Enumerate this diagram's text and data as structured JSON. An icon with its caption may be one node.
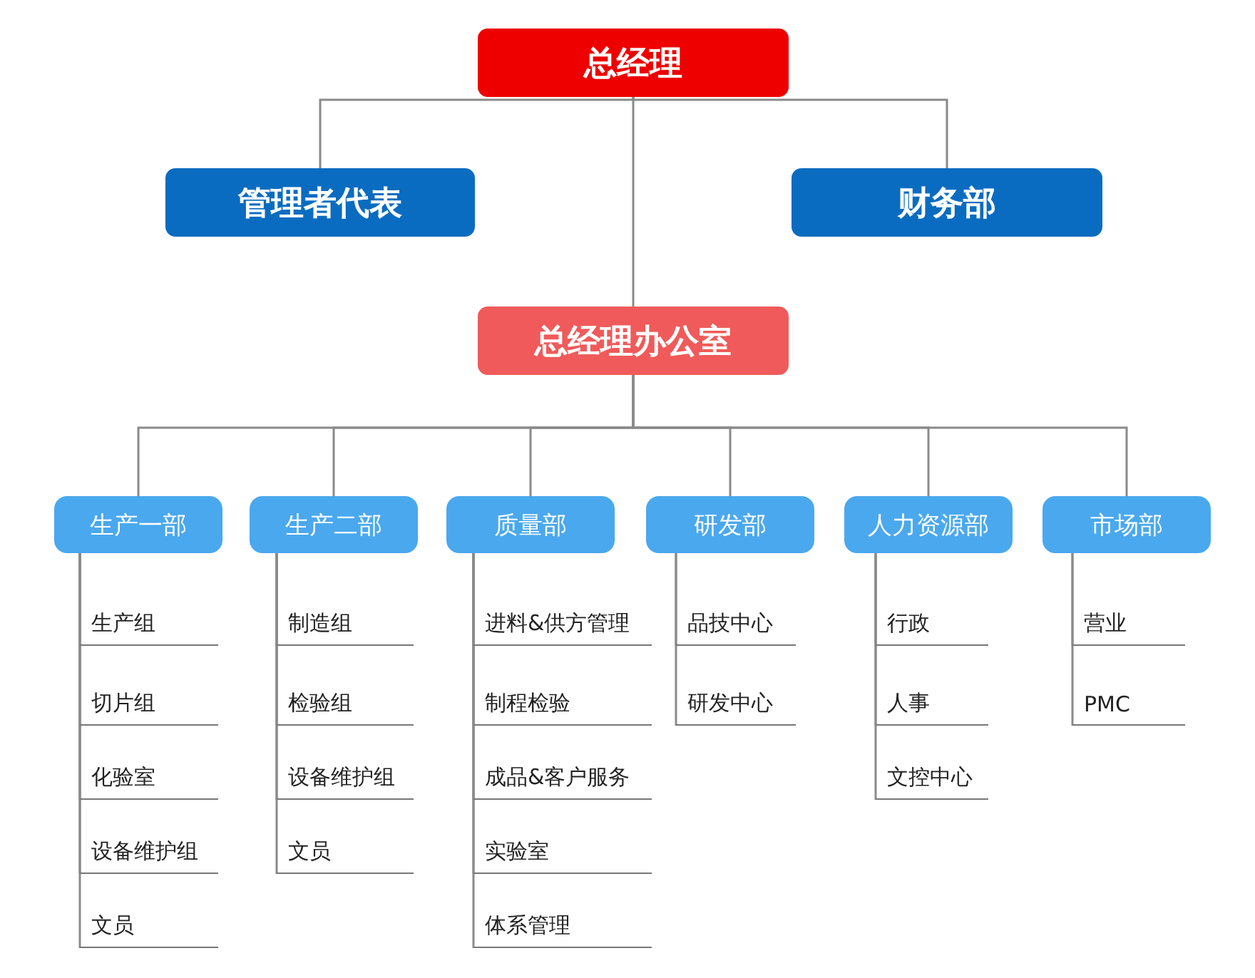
{
  "diagram": {
    "nodes": [
      {
        "text": [
          "总经理"
        ]
      },
      {
        "text": [
          "管理者代表"
        ]
      },
      {
        "text": [
          "财务部"
        ]
      },
      {
        "text": [
          "总经理办公室"
        ]
      },
      {
        "text": [
          "生产一部"
        ]
      },
      {
        "text": [
          "生产二部"
        ]
      },
      {
        "text": [
          "质量部"
        ]
      },
      {
        "text": [
          "研发部"
        ]
      },
      {
        "text": [
          "人力资源部"
        ]
      },
      {
        "text": [
          "市场部"
        ]
      },
      {
        "text": [
          "生产组"
        ]
      },
      {
        "text": [
          "切片组"
        ]
      },
      {
        "text": [
          "化验室"
        ]
      },
      {
        "text": [
          "设备维护组"
        ]
      },
      {
        "text": [
          "文员"
        ]
      },
      {
        "text": [
          "制造组"
        ]
      },
      {
        "text": [
          "检验组"
        ]
      },
      {
        "text": [
          "设备维护组"
        ]
      },
      {
        "text": [
          "文员"
        ]
      },
      {
        "text": [
          "进料&供方管理"
        ]
      },
      {
        "text": [
          "制程检验"
        ]
      },
      {
        "text": [
          "成品&客户服务"
        ]
      },
      {
        "text": [
          "实验室"
        ]
      },
      {
        "text": [
          "体系管理"
        ]
      },
      {
        "text": [
          "品技中心"
        ]
      },
      {
        "text": [
          "研发中心"
        ]
      },
      {
        "text": [
          "行政"
        ]
      },
      {
        "text": [
          "人事"
        ]
      },
      {
        "text": [
          "文控中心"
        ]
      },
      {
        "text": [
          "营业"
        ]
      },
      {
        "text": [
          "PMC"
        ]
      }
    ],
    "edges": [
      {
        "from": 0,
        "to": 1,
        "arrow": "none"
      },
      {
        "from": 0,
        "to": 2,
        "arrow": "none"
      },
      {
        "from": 0,
        "to": 3,
        "arrow": "none"
      },
      {
        "from": 3,
        "to": 4,
        "arrow": "none"
      },
      {
        "from": 3,
        "to": 5,
        "arrow": "none"
      },
      {
        "from": 3,
        "to": 6,
        "arrow": "none"
      },
      {
        "from": 3,
        "to": 7,
        "arrow": "none"
      },
      {
        "from": 3,
        "to": 8,
        "arrow": "none"
      },
      {
        "from": 3,
        "to": 9,
        "arrow": "none"
      },
      {
        "from": 4,
        "to": 10,
        "arrow": "none"
      },
      {
        "from": 4,
        "to": 11,
        "arrow": "none"
      },
      {
        "from": 4,
        "to": 12,
        "arrow": "none"
      },
      {
        "from": 4,
        "to": 13,
        "arrow": "none"
      },
      {
        "from": 4,
        "to": 14,
        "arrow": "none"
      },
      {
        "from": 5,
        "to": 15,
        "arrow": "none"
      },
      {
        "from": 5,
        "to": 16,
        "arrow": "none"
      },
      {
        "from": 5,
        "to": 17,
        "arrow": "none"
      },
      {
        "from": 5,
        "to": 18,
        "arrow": "none"
      },
      {
        "from": 6,
        "to": 19,
        "arrow": "none"
      },
      {
        "from": 6,
        "to": 20,
        "arrow": "none"
      },
      {
        "from": 6,
        "to": 21,
        "arrow": "none"
      },
      {
        "from": 6,
        "to": 22,
        "arrow": "none"
      },
      {
        "from": 6,
        "to": 23,
        "arrow": "none"
      },
      {
        "from": 7,
        "to": 24,
        "arrow": "none"
      },
      {
        "from": 7,
        "to": 25,
        "arrow": "none"
      },
      {
        "from": 8,
        "to": 26,
        "arrow": "none"
      },
      {
        "from": 8,
        "to": 27,
        "arrow": "none"
      },
      {
        "from": 8,
        "to": 28,
        "arrow": "none"
      },
      {
        "from": 9,
        "to": 29,
        "arrow": "none"
      },
      {
        "from": 9,
        "to": 30,
        "arrow": "none"
      }
    ]
  }
}
